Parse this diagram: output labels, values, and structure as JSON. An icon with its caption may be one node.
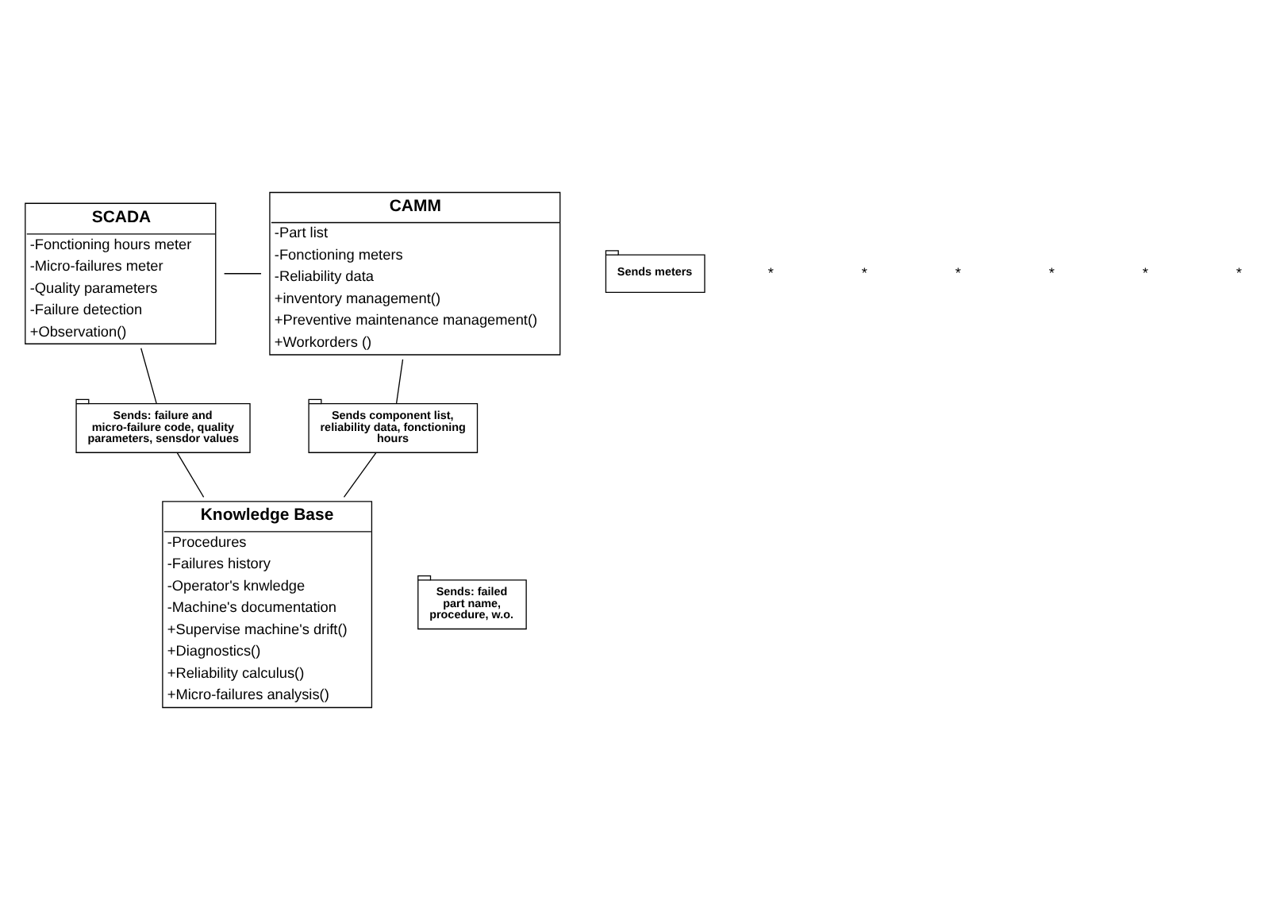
{
  "diagram": {
    "nodes": [
      {
        "text": [
          "SCADA",
          "-Fonctioning hours meter",
          "-Micro-failures meter",
          "-Quality parameters",
          "-Failure detection",
          "+Observation()"
        ]
      },
      {
        "text": [
          "Sends meters"
        ]
      },
      {
        "text": [
          "CAMM",
          "-Part list",
          "-Fonctioning meters",
          "-Reliability data",
          "+inventory management()",
          "+Preventive maintenance management()",
          "+Workorders ()"
        ]
      },
      {
        "text": [
          "Sends: failure and micro-failure code, quality parameters, sensdor values"
        ]
      },
      {
        "text": [
          "Sends component list, reliability data, fonctioning hours"
        ]
      },
      {
        "text": [
          "Knowledge Base",
          "-Procedures",
          "-Failures history",
          "-Operator's knwledge",
          "-Machine's documentation",
          "+Supervise machine's drift()",
          "+Diagnostics()",
          "+Reliability calculus()",
          "+Micro-failures analysis()"
        ]
      },
      {
        "text": [
          "Sends: failed part name, procedure, w.o."
        ]
      }
    ],
    "edges": [
      {
        "from": 0,
        "to": 2,
        "arrow": "none"
      },
      {
        "from": 0,
        "to": 3,
        "arrow": "none"
      },
      {
        "from": 3,
        "to": 5,
        "arrow": "none"
      },
      {
        "from": 2,
        "to": 4,
        "arrow": "none"
      },
      {
        "from": 4,
        "to": 5,
        "arrow": "none"
      }
    ],
    "labels": [
      "*",
      "*",
      "*",
      "*",
      "*",
      "*"
    ]
  }
}
